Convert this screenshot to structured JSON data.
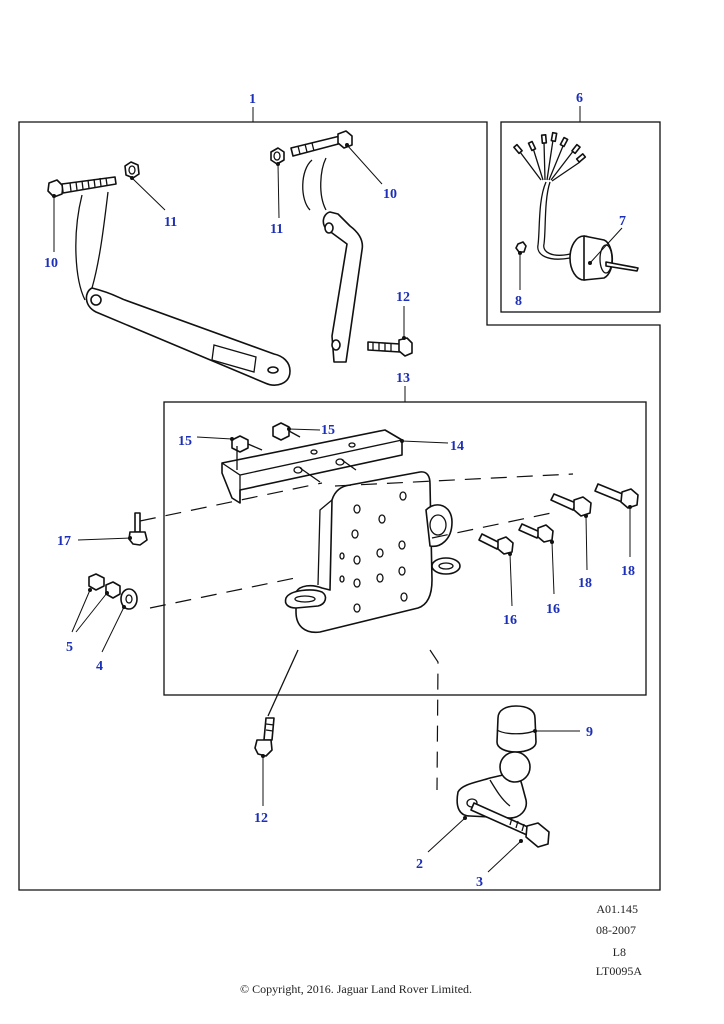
{
  "callouts": {
    "c1": "1",
    "c2": "2",
    "c3": "3",
    "c4": "4",
    "c5": "5",
    "c6": "6",
    "c7": "7",
    "c8": "8",
    "c9": "9",
    "c10a": "10",
    "c10b": "10",
    "c11a": "11",
    "c11b": "11",
    "c12a": "12",
    "c12b": "12",
    "c13": "13",
    "c14": "14",
    "c15a": "15",
    "c15b": "15",
    "c16a": "16",
    "c16b": "16",
    "c17": "17",
    "c18a": "18",
    "c18b": "18"
  },
  "footer": {
    "ref_code": "A01.145",
    "date": "08-2007",
    "level": "L8",
    "illustration_id": "LT0095A",
    "copyright": "© Copyright, 2016. Jaguar Land Rover Limited."
  }
}
